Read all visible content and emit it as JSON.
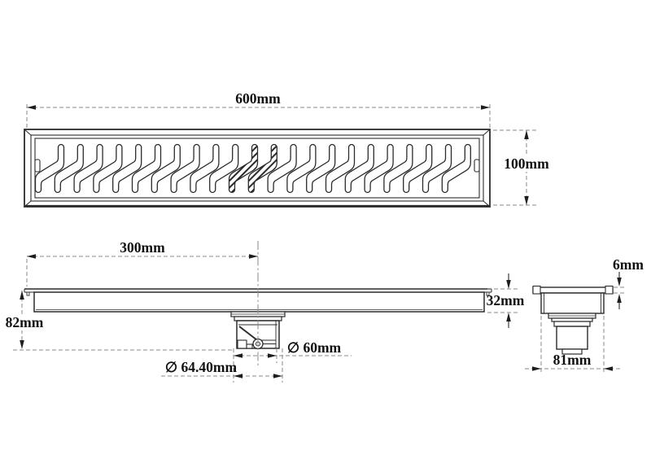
{
  "drawing": {
    "type": "linear-shower-drain-technical-drawing",
    "colors": {
      "line": "#2b2b2b",
      "dimension": "#8a8a8a",
      "label": "#101010",
      "background": "#ffffff"
    },
    "top_view": {
      "slots": {
        "count": 22,
        "start": 61,
        "step": 23.8,
        "hatched": [
          10,
          11
        ]
      },
      "labels": {
        "length": "600mm",
        "width": "100mm"
      }
    },
    "front_view": {
      "labels": {
        "offset": "300mm",
        "height": "82mm",
        "outlet_inner_diameter": "∅ 60mm",
        "outlet_outer_diameter": "∅ 64.40mm",
        "channel_depth": "32mm"
      }
    },
    "end_view": {
      "labels": {
        "flange_thickness": "6mm",
        "outlet_width": "81mm"
      }
    }
  }
}
